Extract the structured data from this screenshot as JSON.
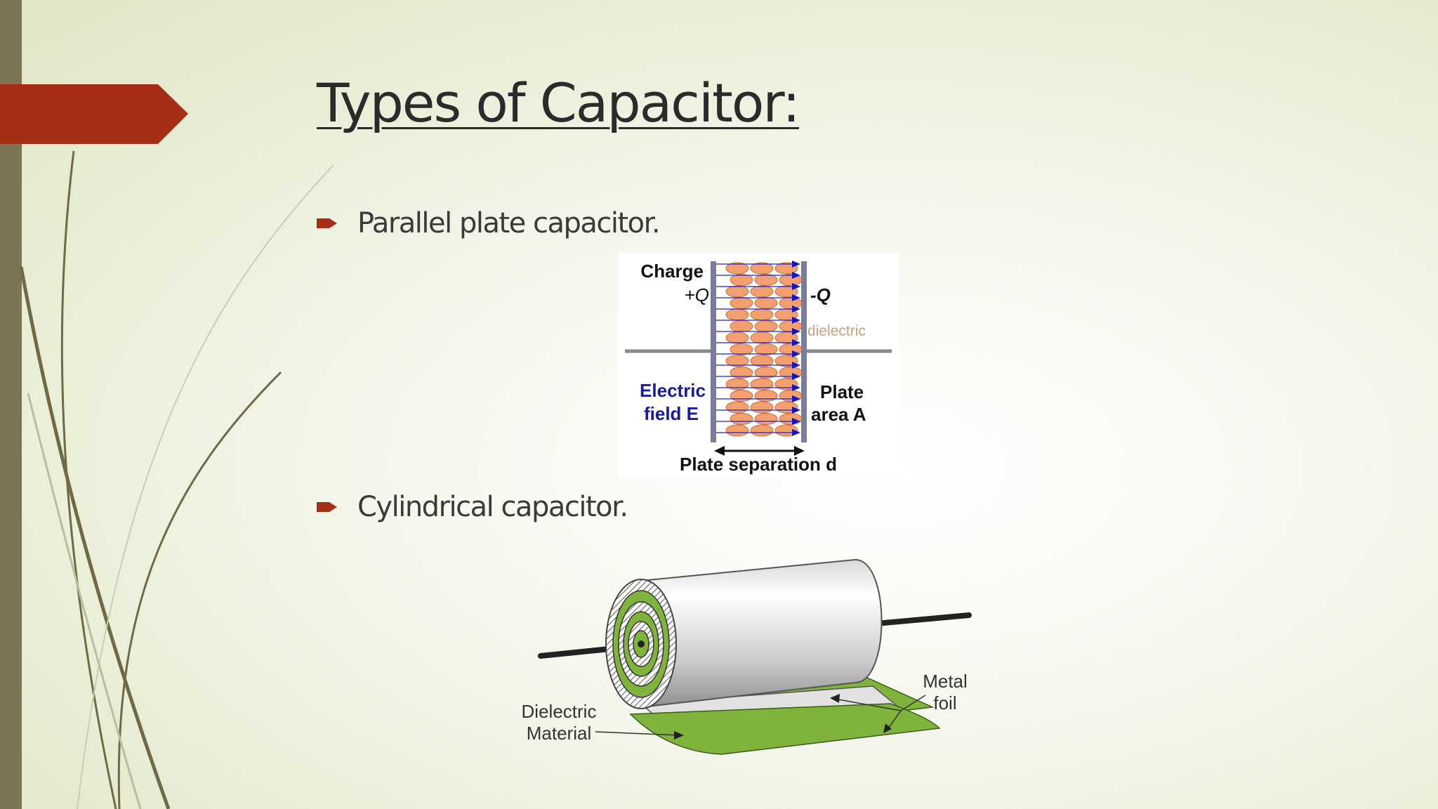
{
  "slide": {
    "title": "Types of Capacitor:",
    "bullets": [
      {
        "text": "Parallel plate capacitor.",
        "icon": "arrow-bullet-icon"
      },
      {
        "text": "Cylindrical capacitor.",
        "icon": "arrow-bullet-icon"
      }
    ],
    "colors": {
      "accent": "#a52f16",
      "left_bar": "#7d7457",
      "background": "#eef2e0",
      "decor_lines": "#6f6a45"
    }
  },
  "parallel_plate_diagram": {
    "charge_label": "Charge",
    "positive_charge": "+Q",
    "negative_charge": "-Q",
    "dielectric_label": "dielectric",
    "electric_field_line1": "Electric",
    "electric_field_line2": "field E",
    "plate_area_line1": "Plate",
    "plate_area_line2": "area A",
    "separation_label": "Plate separation d"
  },
  "cylindrical_diagram": {
    "dielectric_line1": "Dielectric",
    "dielectric_line2": "Material",
    "metal_line1": "Metal",
    "metal_line2": "foil"
  }
}
